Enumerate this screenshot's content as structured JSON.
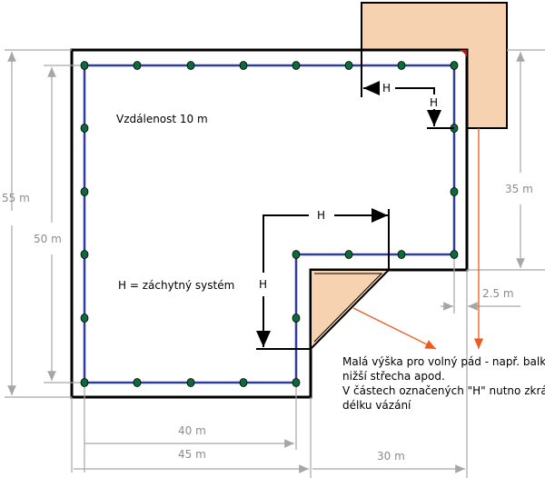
{
  "labels": {
    "spacing": "Vzdálenost 10 m",
    "system": "H = záchytný systém",
    "h": "H"
  },
  "dimensions": {
    "d55": "55 m",
    "d50": "50 m",
    "d40": "40 m",
    "d45": "45 m",
    "d30": "30 m",
    "d35": "35 m",
    "d25": "2.5 m"
  },
  "note": [
    "Malá výška pro volný pád - např. balkon,",
    "nižší střecha apod.",
    "V částech označených \"H\" nutno zkrátit",
    "délku vázání"
  ],
  "colors": {
    "rope": "#2e3e9e",
    "anchor": "#0b6b3a",
    "roof": "#f7d2b1",
    "arrow": "#f05a1e"
  }
}
